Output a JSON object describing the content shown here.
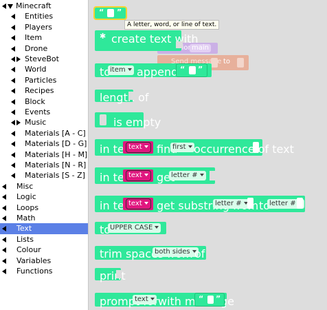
{
  "sidebar": {
    "items": [
      {
        "label": "Minecraft",
        "arrows": "left-down",
        "indent": 0,
        "selected": false
      },
      {
        "label": "Entities",
        "arrows": "left",
        "indent": 1,
        "selected": false
      },
      {
        "label": "Players",
        "arrows": "left",
        "indent": 1,
        "selected": false
      },
      {
        "label": "Item",
        "arrows": "left",
        "indent": 1,
        "selected": false
      },
      {
        "label": "Drone",
        "arrows": "left",
        "indent": 1,
        "selected": false
      },
      {
        "label": "SteveBot",
        "arrows": "left-right",
        "indent": 1,
        "selected": false
      },
      {
        "label": "World",
        "arrows": "left",
        "indent": 1,
        "selected": false
      },
      {
        "label": "Particles",
        "arrows": "left",
        "indent": 1,
        "selected": false
      },
      {
        "label": "Recipes",
        "arrows": "left",
        "indent": 1,
        "selected": false
      },
      {
        "label": "Block",
        "arrows": "left",
        "indent": 1,
        "selected": false
      },
      {
        "label": "Events",
        "arrows": "left",
        "indent": 1,
        "selected": false
      },
      {
        "label": "Music",
        "arrows": "left-right",
        "indent": 1,
        "selected": false
      },
      {
        "label": "Materials [A - C]",
        "arrows": "left",
        "indent": 1,
        "selected": false
      },
      {
        "label": "Materials [D - G]",
        "arrows": "left",
        "indent": 1,
        "selected": false
      },
      {
        "label": "Materials [H - M]",
        "arrows": "left",
        "indent": 1,
        "selected": false
      },
      {
        "label": "Materials [N - R]",
        "arrows": "left",
        "indent": 1,
        "selected": false
      },
      {
        "label": "Materials [S - Z]",
        "arrows": "left",
        "indent": 1,
        "selected": false
      },
      {
        "label": "Misc",
        "arrows": "left",
        "indent": 0,
        "selected": false
      },
      {
        "label": "Logic",
        "arrows": "left",
        "indent": 0,
        "selected": false
      },
      {
        "label": "Loops",
        "arrows": "left",
        "indent": 0,
        "selected": false
      },
      {
        "label": "Math",
        "arrows": "left",
        "indent": 0,
        "selected": false
      },
      {
        "label": "Text",
        "arrows": "left",
        "indent": 0,
        "selected": true
      },
      {
        "label": "Lists",
        "arrows": "left",
        "indent": 0,
        "selected": false
      },
      {
        "label": "Colour",
        "arrows": "left",
        "indent": 0,
        "selected": false
      },
      {
        "label": "Variables",
        "arrows": "left",
        "indent": 0,
        "selected": false
      },
      {
        "label": "Functions",
        "arrows": "left",
        "indent": 0,
        "selected": false
      }
    ]
  },
  "colors": {
    "block": "#2fe89a",
    "block_dropdown": "#d8fcea",
    "variable_pink": "#e0177f",
    "selected_category": "#5b80e6",
    "ghost_purple": "#c8a8e8",
    "ghost_salmon": "#e9a88f"
  },
  "tooltip": "A letter, word, or line of text.",
  "ghost_blocks": {
    "function_label": "function",
    "function_name": "main",
    "send_message_label": "Send message",
    "to_label": "to"
  },
  "blocks": {
    "text_literal": {
      "open_quote": "“",
      "close_quote": "”"
    },
    "create_text": {
      "label": "create text with"
    },
    "append": {
      "to": "to",
      "variable": "item",
      "append_text": "append text"
    },
    "length": {
      "label": "length of"
    },
    "is_empty": {
      "label": "is empty"
    },
    "find": {
      "in_text": "in text",
      "variable": "text",
      "find": "find",
      "occurrence": "first",
      "of_text": "occurrence of text"
    },
    "get_letter": {
      "in_text": "in text",
      "variable": "text",
      "get": "get",
      "which": "letter #"
    },
    "substring": {
      "in_text": "in text",
      "variable": "text",
      "label": "get substring from",
      "from": "letter #",
      "to": "to",
      "to_which": "letter #"
    },
    "upper_case": {
      "to": "to",
      "case": "UPPER CASE"
    },
    "trim": {
      "label": "trim spaces from",
      "sides": "both sides",
      "of": "of"
    },
    "print": {
      "label": "print"
    },
    "prompt": {
      "label": "prompt for",
      "type": "text",
      "with_message": "with message"
    }
  }
}
